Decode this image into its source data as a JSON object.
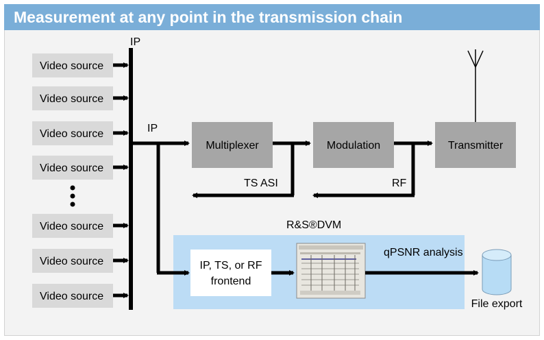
{
  "title": "Measurement at any point in the transmission chain",
  "sources": [
    "Video source",
    "Video source",
    "Video source",
    "Video source",
    "Video source",
    "Video source",
    "Video source"
  ],
  "labels": {
    "ip_bus": "IP",
    "ip_branch": "IP",
    "ts_asi": "TS ASI",
    "rf": "RF",
    "dvm": "R&S®DVM",
    "qpsnr": "qPSNR analysis",
    "file_export": "File export"
  },
  "boxes": {
    "multiplexer": "Multiplexer",
    "modulation": "Modulation",
    "transmitter": "Transmitter",
    "frontend_line1": "IP, TS, or RF",
    "frontend_line2": "frontend"
  },
  "colors": {
    "title_bar": "#7aaed8",
    "panel_bg": "#f3f3f3",
    "source_box": "#d9d9d9",
    "stage_box": "#a6a6a6",
    "dvm_area": "#bcdcf5",
    "database": "#b7dcf5"
  },
  "icons": [
    "antenna-icon",
    "database-icon",
    "screenshot-thumbnail",
    "ellipsis-dots-icon"
  ]
}
